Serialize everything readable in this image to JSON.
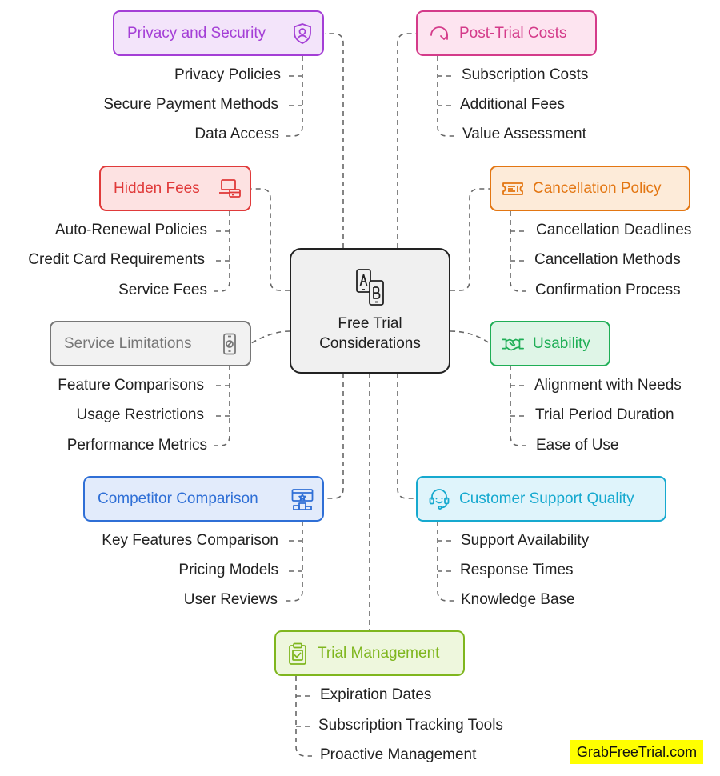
{
  "center": {
    "line1": "Free Trial",
    "line2": "Considerations",
    "icon": "ab-test-icon"
  },
  "nodes": {
    "privacy": {
      "label": "Privacy and Security",
      "icon": "shield-user-icon",
      "color": "#a43fd6",
      "fill": "#f3e4fa",
      "items": [
        "Privacy Policies",
        "Secure Payment Methods",
        "Data Access"
      ]
    },
    "post_trial": {
      "label": "Post-Trial Costs",
      "icon": "refresh-arrow-icon",
      "color": "#d43b8a",
      "fill": "#fde4f0",
      "items": [
        "Subscription Costs",
        "Additional Fees",
        "Value Assessment"
      ]
    },
    "hidden_fees": {
      "label": "Hidden Fees",
      "icon": "laptop-card-icon",
      "color": "#e03a3a",
      "fill": "#fde2e2",
      "items": [
        "Auto-Renewal Policies",
        "Credit Card Requirements",
        "Service Fees"
      ]
    },
    "cancellation": {
      "label": "Cancellation Policy",
      "icon": "ticket-icon",
      "color": "#e37612",
      "fill": "#fdebd9",
      "items": [
        "Cancellation Deadlines",
        "Cancellation Methods",
        "Confirmation Process"
      ]
    },
    "service_limits": {
      "label": "Service Limitations",
      "icon": "phone-blocked-icon",
      "color": "#777777",
      "fill": "#f2f2f2",
      "items": [
        "Feature Comparisons",
        "Usage Restrictions",
        "Performance Metrics"
      ]
    },
    "usability": {
      "label": "Usability",
      "icon": "handshake-icon",
      "color": "#1fae56",
      "fill": "#dff5e7",
      "items": [
        "Alignment with Needs",
        "Trial Period Duration",
        "Ease of Use"
      ]
    },
    "competitor": {
      "label": "Competitor Comparison",
      "icon": "ranking-podium-icon",
      "color": "#2f6fd6",
      "fill": "#e2ebfb",
      "items": [
        "Key Features Comparison",
        "Pricing Models",
        "User Reviews"
      ]
    },
    "support": {
      "label": "Customer Support Quality",
      "icon": "headset-icon",
      "color": "#16a9cf",
      "fill": "#dff4fb",
      "items": [
        "Support Availability",
        "Response Times",
        "Knowledge Base"
      ]
    },
    "trial_mgmt": {
      "label": "Trial Management",
      "icon": "clipboard-check-icon",
      "color": "#7fb61e",
      "fill": "#eef7dd",
      "items": [
        "Expiration Dates",
        "Subscription Tracking Tools",
        "Proactive Management"
      ]
    }
  },
  "watermark": "GrabFreeTrial.com"
}
